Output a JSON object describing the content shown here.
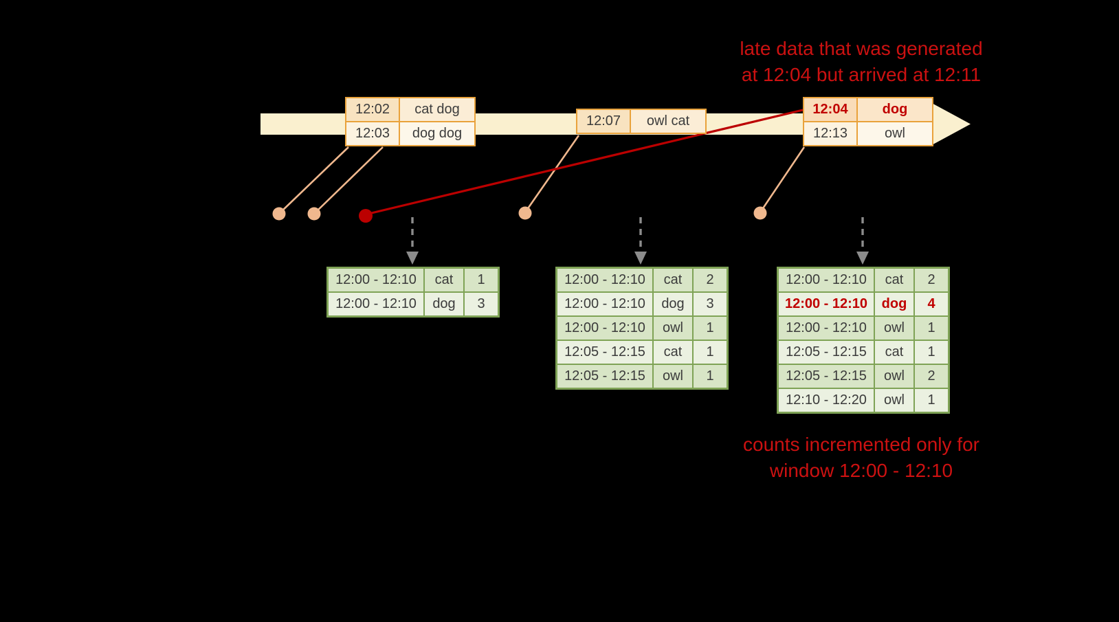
{
  "annotations": {
    "late_data": [
      "late data that was generated",
      "at 12:04 but arrived at 12:11"
    ],
    "counts": [
      "counts incremented only for",
      "window 12:00 - 12:10"
    ]
  },
  "events": [
    {
      "rows": [
        {
          "time": "12:02",
          "words": "cat dog"
        },
        {
          "time": "12:03",
          "words": "dog dog"
        }
      ]
    },
    {
      "rows": [
        {
          "time": "12:07",
          "words": "owl cat"
        }
      ]
    },
    {
      "rows": [
        {
          "time": "12:04",
          "words": "dog",
          "late": true
        },
        {
          "time": "12:13",
          "words": "owl"
        }
      ]
    }
  ],
  "results": [
    {
      "rows": [
        [
          "12:00 - 12:10",
          "cat",
          "1"
        ],
        [
          "12:00 - 12:10",
          "dog",
          "3"
        ]
      ]
    },
    {
      "rows": [
        [
          "12:00 - 12:10",
          "cat",
          "2"
        ],
        [
          "12:00 - 12:10",
          "dog",
          "3"
        ],
        [
          "12:00 - 12:10",
          "owl",
          "1"
        ],
        [
          "12:05 - 12:15",
          "cat",
          "1"
        ],
        [
          "12:05 - 12:15",
          "owl",
          "1"
        ]
      ]
    },
    {
      "rows": [
        [
          "12:00 - 12:10",
          "cat",
          "2"
        ],
        [
          "12:00 - 12:10",
          "dog",
          "4"
        ],
        [
          "12:00 - 12:10",
          "owl",
          "1"
        ],
        [
          "12:05 - 12:15",
          "cat",
          "1"
        ],
        [
          "12:05 - 12:15",
          "owl",
          "2"
        ],
        [
          "12:10 - 12:20",
          "owl",
          "1"
        ]
      ]
    },
    {
      "highlighted_row": "12:00 - 12:10 dog 4"
    }
  ],
  "colors": {
    "background": "#000000",
    "timeline_band": "#FAF0CF",
    "event_border": "#E9A23B",
    "connector_line": "#F0B88E",
    "late_red": "#BB0000",
    "annotation_red": "#CC1111",
    "result_border": "#7FA356",
    "result_fill_dark": "#D8E5C6",
    "result_fill_light": "#EBF1E1",
    "dashed_arrow_gray": "#8C8C8C"
  }
}
